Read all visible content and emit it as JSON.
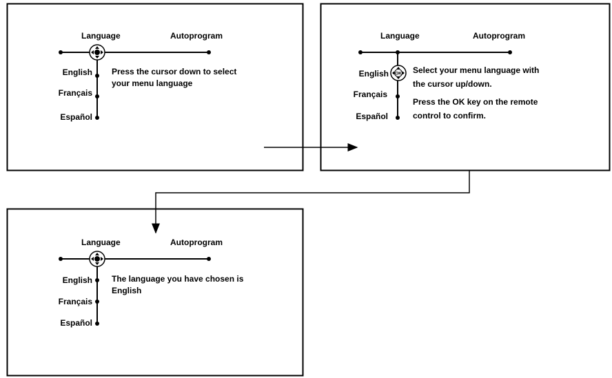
{
  "panels": [
    {
      "menu_title": "Language",
      "menu_item_2": "Autoprogram",
      "options": [
        "English",
        "Français",
        "Español"
      ],
      "instruction_lines": [
        "Press the cursor down to select",
        "your menu language"
      ],
      "cursor": "cursor-icon"
    },
    {
      "menu_title": "Language",
      "menu_item_2": "Autoprogram",
      "options": [
        "English",
        "Français",
        "Español"
      ],
      "instruction_lines": [
        "Select your menu language with",
        "the cursor up/down.",
        "Press the OK key on the remote",
        "control to confirm."
      ],
      "cursor": "ok-cursor-icon",
      "cursor_text": "OK"
    },
    {
      "menu_title": "Language",
      "menu_item_2": "Autoprogram",
      "options": [
        "English",
        "Français",
        "Español"
      ],
      "instruction_lines": [
        "The language you have chosen is",
        "English"
      ],
      "cursor": "cursor-icon"
    }
  ],
  "colors": {
    "line": "#000000",
    "background": "#ffffff"
  }
}
